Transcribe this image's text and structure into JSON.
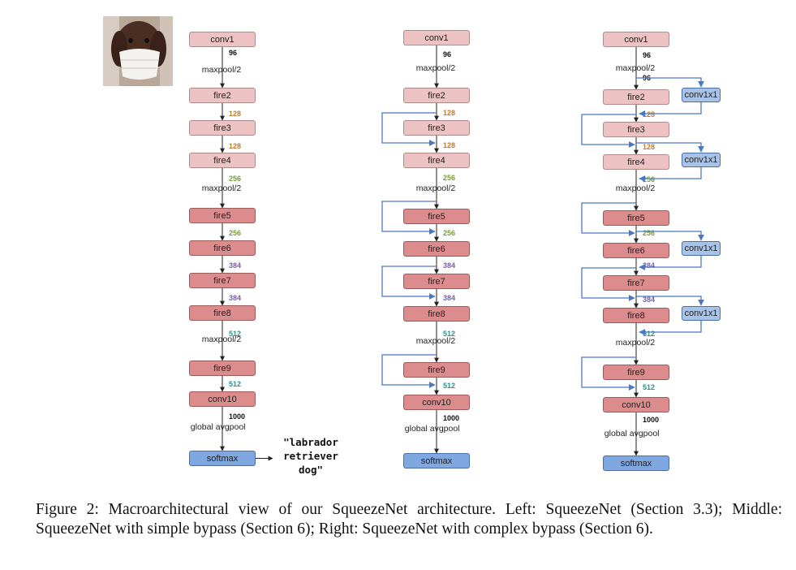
{
  "photo_icon": "dog-in-face-mask-photo",
  "colors": {
    "numbers_96_1000": "#111111",
    "numbers_128": "#c77a2a",
    "numbers_256": "#7a9a3a",
    "numbers_384": "#7a5ea8",
    "numbers_512": "#1a9a8a",
    "bypass_arrow": "#4a78c8"
  },
  "columns": [
    {
      "layers": [
        "conv1",
        "fire2",
        "fire3",
        "fire4",
        "fire5",
        "fire6",
        "fire7",
        "fire8",
        "fire9",
        "conv10",
        "softmax"
      ],
      "labels": [
        "maxpool/2",
        "maxpool/2",
        "maxpool/2",
        "global avgpool"
      ],
      "numbers": [
        "96",
        "128",
        "128",
        "256",
        "256",
        "384",
        "384",
        "512",
        "512",
        "1000"
      ]
    },
    {
      "layers": [
        "conv1",
        "fire2",
        "fire3",
        "fire4",
        "fire5",
        "fire6",
        "fire7",
        "fire8",
        "fire9",
        "conv10",
        "softmax"
      ],
      "labels": [
        "maxpool/2",
        "maxpool/2",
        "maxpool/2",
        "global avgpool"
      ],
      "numbers": [
        "96",
        "128",
        "128",
        "256",
        "256",
        "384",
        "384",
        "512",
        "512",
        "1000"
      ]
    },
    {
      "layers": [
        "conv1",
        "fire2",
        "fire3",
        "fire4",
        "fire5",
        "fire6",
        "fire7",
        "fire8",
        "fire9",
        "conv10",
        "softmax"
      ],
      "labels": [
        "maxpool/2",
        "maxpool/2",
        "maxpool/2",
        "global avgpool"
      ],
      "numbers": [
        "96",
        "96",
        "128",
        "128",
        "256",
        "256",
        "384",
        "384",
        "512",
        "512",
        "1000"
      ],
      "conv1x1": [
        "conv1x1",
        "conv1x1",
        "conv1x1",
        "conv1x1"
      ]
    }
  ],
  "output_label": "\"labrador\nretriever\ndog\"",
  "caption": "Figure 2: Macroarchitectural view of our SqueezeNet architecture. Left: SqueezeNet (Section 3.3); Middle: SqueezeNet with simple bypass (Section 6); Right: SqueezeNet with complex bypass (Section 6)."
}
